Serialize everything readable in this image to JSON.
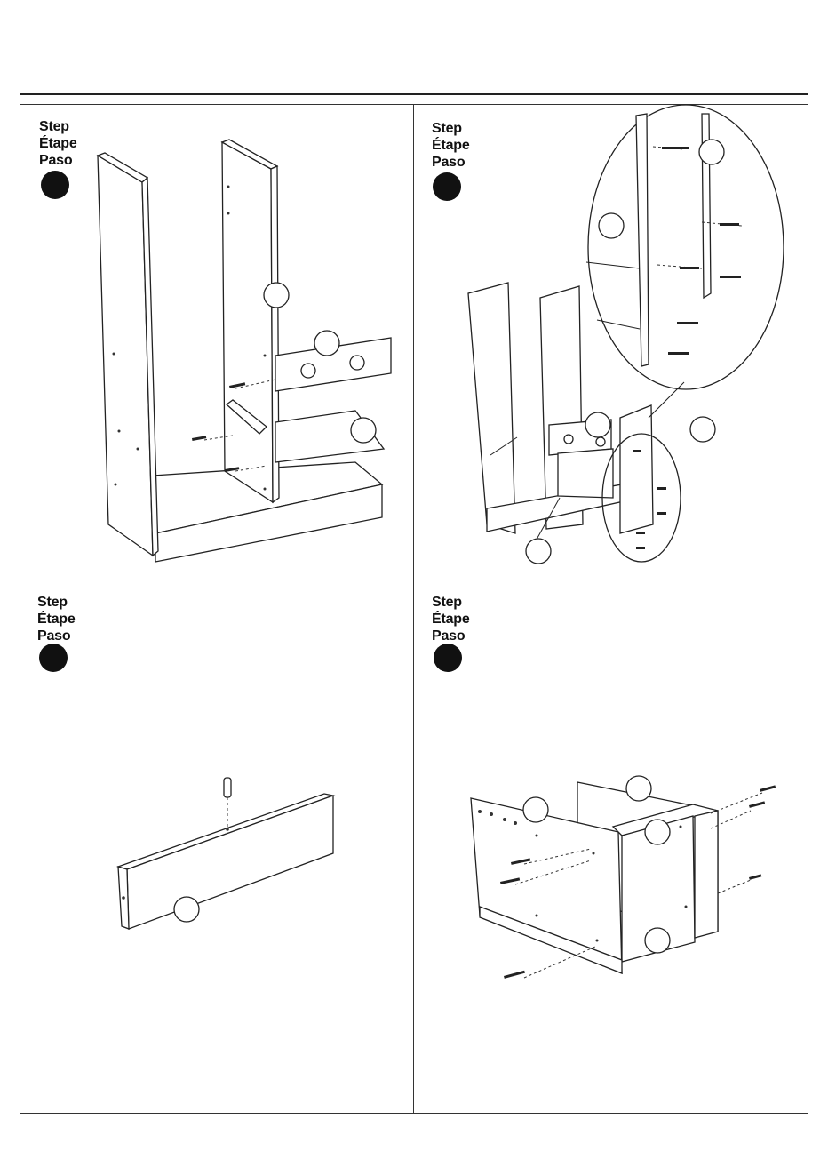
{
  "steps": [
    {
      "label_en": "Step",
      "label_fr": "Étape",
      "label_es": "Paso"
    },
    {
      "label_en": "Step",
      "label_fr": "Étape",
      "label_es": "Paso"
    },
    {
      "label_en": "Step",
      "label_fr": "Étape",
      "label_es": "Paso"
    },
    {
      "label_en": "Step",
      "label_fr": "Étape",
      "label_es": "Paso"
    }
  ],
  "colors": {
    "ink": "#111111",
    "background": "#ffffff"
  }
}
